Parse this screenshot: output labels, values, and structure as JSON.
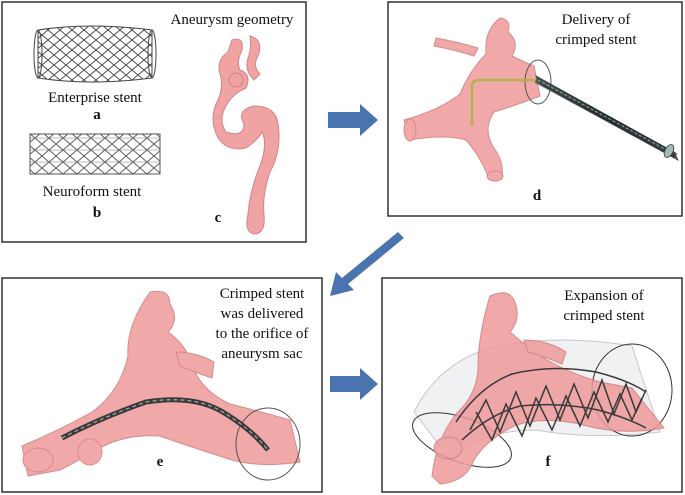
{
  "panels": {
    "a": {
      "letter": "a",
      "caption": "Enterprise stent"
    },
    "b": {
      "letter": "b",
      "caption": "Neuroform stent"
    },
    "c": {
      "letter": "c",
      "caption": "Aneurysm geometry"
    },
    "d": {
      "letter": "d",
      "caption_lines": [
        "Delivery of",
        "crimped stent"
      ]
    },
    "e": {
      "letter": "e",
      "caption_lines": [
        "Crimped stent",
        "was delivered",
        "to the orifice of",
        "aneurysm sac"
      ]
    },
    "f": {
      "letter": "f",
      "caption_lines": [
        "Expansion of",
        "crimped stent"
      ]
    }
  },
  "colors": {
    "vessel_fill": "#ee9a9a",
    "vessel_stroke": "#cf7777",
    "arrow": "#4a74b0",
    "stent": "#555555",
    "catheter": "#3d4a4a",
    "wire": "#b8b04a",
    "border": "#222222"
  }
}
